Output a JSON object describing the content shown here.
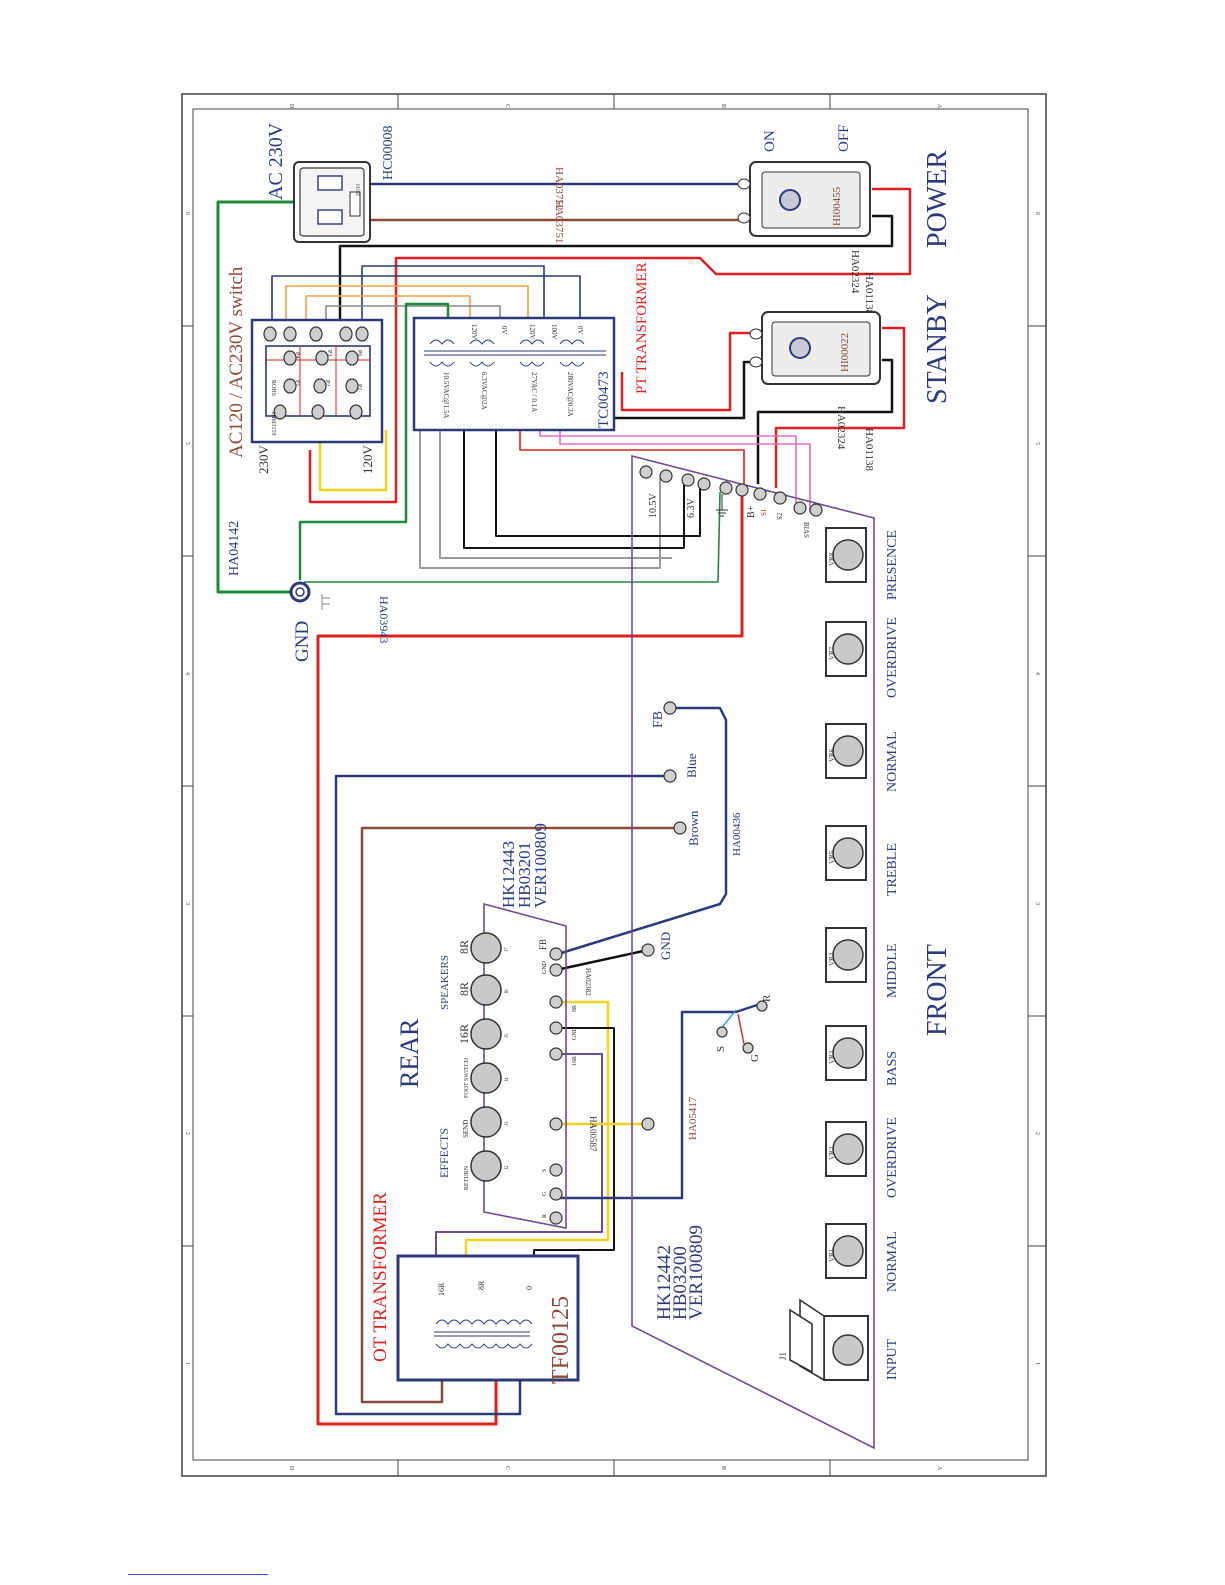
{
  "colors": {
    "navy": "#2b3a7a",
    "purple": "#6a4c93",
    "red": "#e02020",
    "brown": "#8b4a3a",
    "green": "#1e8a3a",
    "orange": "#f0a040",
    "yellow": "#f2d31b",
    "gray": "#9a9a9a",
    "pink": "#e070c0",
    "black": "#111111",
    "labelRed": "#e02020",
    "labelBrown": "#8b4a3a"
  },
  "border": {
    "top_letters": [
      "D",
      "C",
      "B",
      "A"
    ],
    "bottom_letters": [
      "D",
      "C",
      "B",
      "A"
    ],
    "side_numbers": [
      "6",
      "5",
      "4",
      "3",
      "2",
      "1"
    ]
  },
  "power_inlet": {
    "title": "AC 230V",
    "part": "HC00008",
    "fuse": "FUSE",
    "wire_blue": "HA03752",
    "wire_brown": "HA03751"
  },
  "power_switch": {
    "on": "ON",
    "off": "OFF",
    "part": "HI00455",
    "label": "POWER",
    "wire_black": "HA02324",
    "wire_red": "HA01138"
  },
  "standby_switch": {
    "part": "HI00022",
    "label": "STANBY",
    "wire_black": "HA02324",
    "wire_red": "HA01138"
  },
  "voltage_switch": {
    "title": "AC120 / AC230V switch",
    "part": "HB03159",
    "rohs": "ROHS",
    "v230": "230V",
    "v120": "120V",
    "pins": [
      "P4",
      "P3",
      "P6",
      "P1",
      "P2",
      "P1"
    ],
    "ground_wire": "HA04142"
  },
  "pt_transformer": {
    "title": "PT TRANSFORMER",
    "part": "TC00473",
    "primary": [
      "120V",
      "0V",
      "120V",
      "100V",
      "0V"
    ],
    "secondary": [
      "10.5VAC@1.5A",
      "6.3VAC@2A",
      "27VAC / 0.1A",
      "280VAC@0.3A"
    ]
  },
  "ground": {
    "label": "GND",
    "wire": "HA03943"
  },
  "main_board": {
    "line1": "HK12442",
    "line2": "HB03200",
    "line3": "VER100809",
    "pins": [
      "10.5V",
      "6.3V",
      "B+",
      "S1",
      "S2",
      "BIAS"
    ],
    "front_label": "FRONT",
    "jack": "J1",
    "pots": [
      "VR1",
      "VR2",
      "VR3",
      "VR4",
      "VR5",
      "VR6",
      "VR7",
      "VR8"
    ],
    "knobs": [
      "INPUT",
      "NORMAL",
      "OVERDRIVE",
      "BASS",
      "MIDDLE",
      "TREBLE",
      "NORMAL",
      "OVERDRIVE",
      "PRESENCE"
    ]
  },
  "rear_board": {
    "line1": "HK12443",
    "line2": "HB03201",
    "line3": "VER100809",
    "rear_label": "REAR",
    "speakers_label": "SPEAKERS",
    "effects_label": "EFFECTS",
    "jack_labels": [
      "RETURN",
      "SEND",
      "FOOT SWITCH",
      "16R",
      "8R",
      "8R"
    ],
    "jack_ids": [
      "J2",
      "J3",
      "J4",
      "J5",
      "J6",
      "J7"
    ],
    "pins": [
      "GND",
      "FB",
      "8R",
      "GND",
      "16R",
      "R",
      "G",
      "S"
    ],
    "wire_fb_gnd": "HA02382",
    "wire_yellow": "HA00587",
    "wire_fs": "HA05417",
    "wire_fb": "HA00436",
    "gnd": "GND",
    "fb": "FB",
    "blue": "Blue",
    "brown": "Brown",
    "rgs": [
      "R",
      "G",
      "S"
    ]
  },
  "ot_transformer": {
    "title": "OT TRANSFORMER",
    "part": "TF00125",
    "taps": [
      "16R",
      "8R",
      "0"
    ]
  }
}
